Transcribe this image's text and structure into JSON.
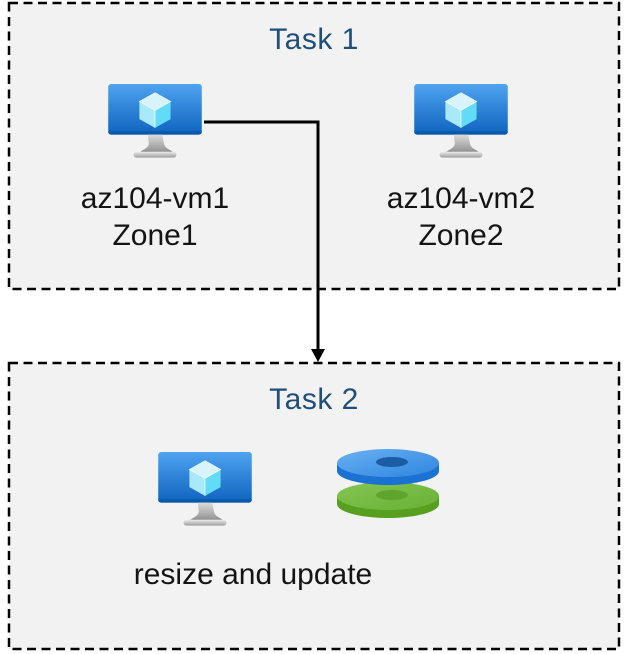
{
  "page": {
    "background": "#FFFFFF",
    "box_background": "#F2F2F2",
    "border_color": "#000000",
    "title_color": "#1F4E79",
    "text_color": "#141414"
  },
  "tasks": [
    {
      "title": "Task 1",
      "vms": [
        {
          "name": "az104-vm1",
          "zone": "Zone1",
          "icon": "virtual-machine-icon"
        },
        {
          "name": "az104-vm2",
          "zone": "Zone2",
          "icon": "virtual-machine-icon"
        }
      ]
    },
    {
      "title": "Task 2",
      "caption": "resize and update",
      "icons": [
        "virtual-machine-icon",
        "managed-disks-icon"
      ]
    }
  ],
  "connector": {
    "icon": "arrow-down-connector",
    "from": "az104-vm1",
    "to": "Task 2"
  },
  "icon_colors": {
    "vm_screen_top": "#4FA3F0",
    "vm_screen_bottom": "#0E63BE",
    "cube_top": "#D7F3FE",
    "cube_left": "#A9E9FB",
    "cube_right": "#62DBF6",
    "disk_blue_face": "#4697EC",
    "disk_blue_side": "#1C72D2",
    "disk_blue_hole": "#1B5CA4",
    "disk_green_face": "#76BD44",
    "disk_green_side": "#57A01F",
    "disk_green_hole": "#5FA42C"
  }
}
